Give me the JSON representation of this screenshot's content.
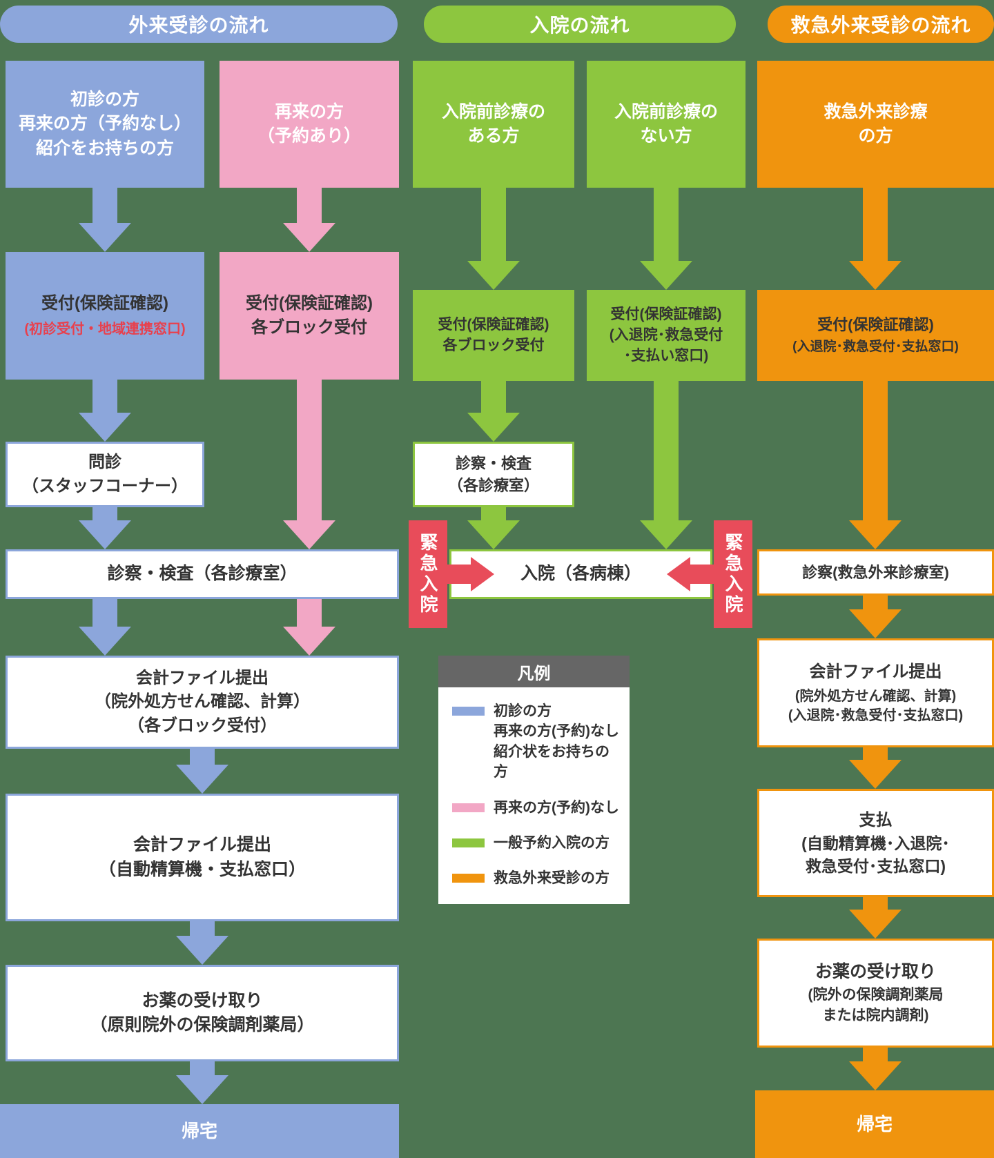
{
  "flow_headers": {
    "outpatient": "外来受診の流れ",
    "inpatient": "入院の流れ",
    "emergency": "救急外来受診の流れ"
  },
  "colors": {
    "background": "#4d7652",
    "blue": "#8ca6db",
    "pink": "#f2a7c5",
    "green": "#8dc63f",
    "orange": "#f0940e",
    "red": "#e84c5a",
    "red_text": "#e8404d",
    "legend_header_bg": "#666666",
    "text_dark": "#333333"
  },
  "nodes": {
    "first_visit": "初診の方\n再来の方（予約なし）\n紹介をお持ちの方",
    "revisit_reserved": "再来の方\n（予約あり）",
    "preadm_yes": "入院前診療の\nある方",
    "preadm_no": "入院前診療の\nない方",
    "er_patient": "救急外来診療\nの方",
    "reception_first_main": "受付(保険証確認)",
    "reception_first_sub": "(初診受付・地域連携窓口)",
    "reception_revisit": "受付(保険証確認)\n各ブロック受付",
    "reception_preadm": "受付(保険証確認)\n各ブロック受付",
    "reception_nopreadm": "受付(保険証確認)\n(入退院･救急受付\n･支払い窓口)",
    "reception_er_main": "受付(保険証確認)",
    "reception_er_sub": "(入退院･救急受付･支払窓口)",
    "monshin": "問診\n（スタッフコーナー）",
    "shinsatsu_preadm": "診察・検査\n（各診療室）",
    "shinsatsu_outpatient": "診察・検査（各診療室）",
    "nyuin": "入院（各病棟）",
    "shinsatsu_er": "診察(救急外来診療室)",
    "kinkyu_nyuin_left": "緊急入院",
    "kinkyu_nyuin_right": "緊急入院",
    "kaikei1": "会計ファイル提出\n（院外処方せん確認、計算）\n（各ブロック受付）",
    "kaikei2": "会計ファイル提出\n（自動精算機・支払窓口）",
    "kusuri_outpatient": "お薬の受け取り\n（原則院外の保険調剤薬局）",
    "kitaku_outpatient": "帰宅",
    "kaikei_er_main": "会計ファイル提出",
    "kaikei_er_sub": "(院外処方せん確認、計算)\n(入退院･救急受付･支払窓口)",
    "shiharai_main": "支払",
    "shiharai_sub": "(自動精算機･入退院･\n救急受付･支払窓口)",
    "kusuri_er_main": "お薬の受け取り",
    "kusuri_er_sub": "(院外の保険調剤薬局\nまたは院内調剤)",
    "kitaku_er": "帰宅"
  },
  "legend": {
    "title": "凡例",
    "items": [
      {
        "color": "#8ca6db",
        "label": "初診の方\n再来の方(予約)なし\n紹介状をお持ちの方"
      },
      {
        "color": "#f2a7c5",
        "label": "再来の方(予約)なし"
      },
      {
        "color": "#8dc63f",
        "label": "一般予約入院の方"
      },
      {
        "color": "#f0940e",
        "label": "救急外来受診の方"
      }
    ]
  }
}
